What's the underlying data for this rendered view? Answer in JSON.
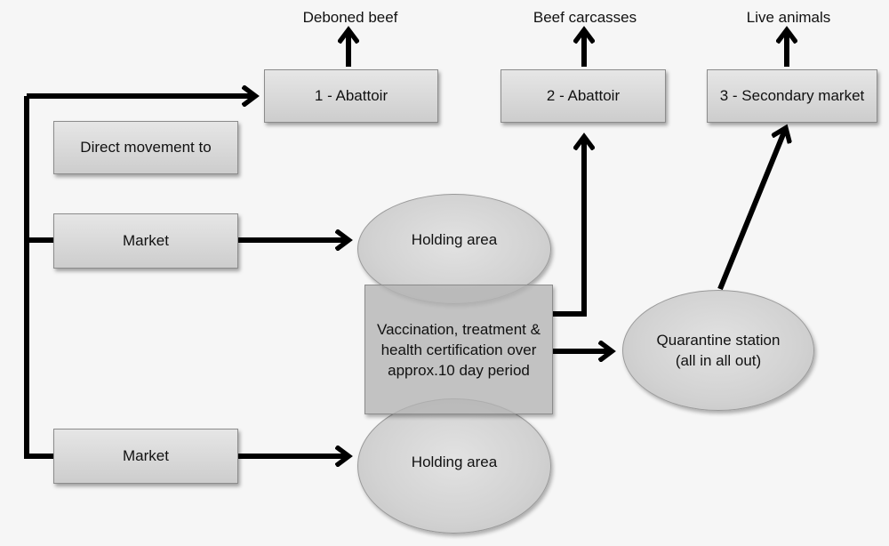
{
  "outputs": {
    "deboned_beef": "Deboned beef",
    "beef_carcasses": "Beef carcasses",
    "live_animals": "Live animals"
  },
  "nodes": {
    "abattoir_1": "1 -  Abattoir",
    "abattoir_2": "2 -  Abattoir",
    "secondary_market": "3 - Secondary market",
    "direct_movement": "Direct movement to",
    "market_top": "Market",
    "market_bottom": "Market",
    "holding_area_top": "Holding area",
    "holding_area_bottom": "Holding area",
    "vaccination": "Vaccination, treatment & health certification over approx.10 day period",
    "quarantine": "Quarantine station (all in all out)"
  },
  "colors": {
    "arrow": "#000000",
    "box_fill": "#d9d9d9",
    "background": "#f6f6f6"
  }
}
